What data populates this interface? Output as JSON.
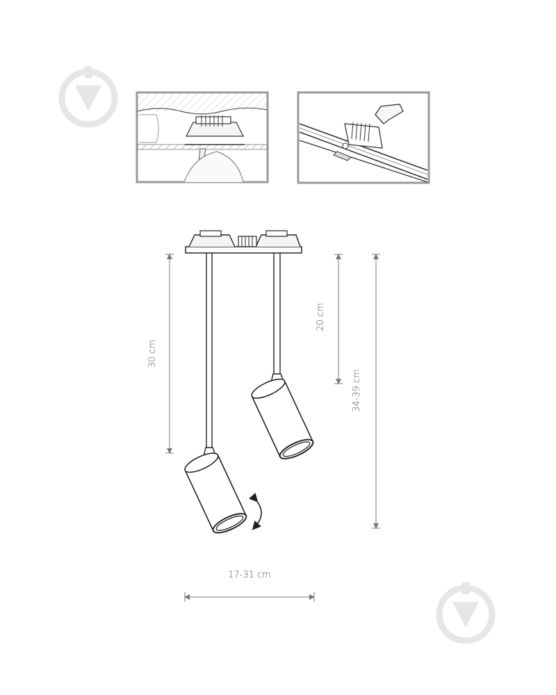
{
  "dimensions": {
    "stem_length": "30 cm",
    "drop_length": "20 cm",
    "total_height": "34-39 cm",
    "width_range": "17-31 cm"
  },
  "colors": {
    "line": "#2a2a2a",
    "dimension": "#777777",
    "watermark": "#e9e9e9",
    "frame": "#999999"
  },
  "icons": {
    "watermark": "pin-drop-icon",
    "rotate": "rotate-arrow-icon"
  }
}
